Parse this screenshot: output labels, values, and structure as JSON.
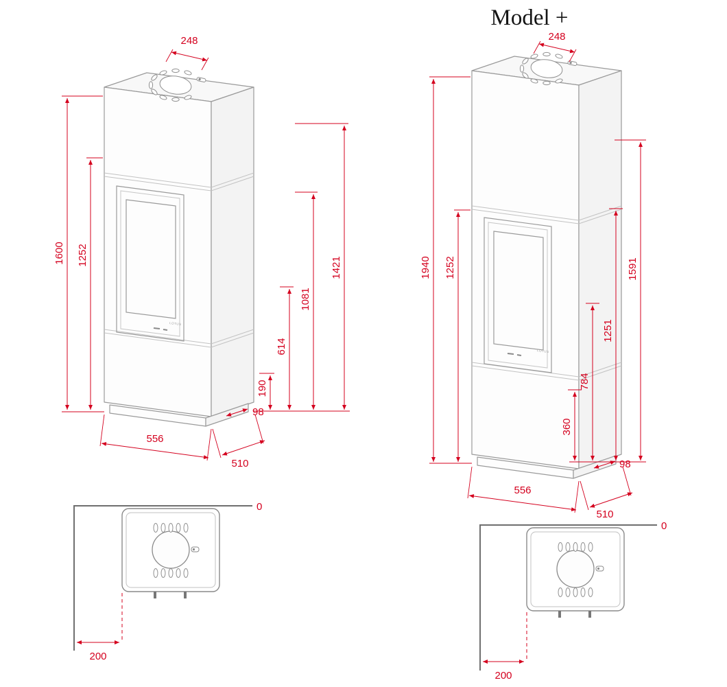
{
  "title": "Model +",
  "brand": "LOTUS",
  "colors": {
    "dimension_red": "#d4001e",
    "stove_outline": "#9a9a9a",
    "wall_gray": "#6e6e6e"
  },
  "standard_stove": {
    "top_depth": "248",
    "overall_height": "1600",
    "door_top_height": "1252",
    "flue_top_height": "1421",
    "rear_flue_height": "1081",
    "mid_connection_height": "614",
    "low_connection_height": "190",
    "base_inset_depth": "98",
    "width": "556",
    "depth": "510"
  },
  "model_plus_stove": {
    "top_depth": "248",
    "overall_height": "1940",
    "door_top_height": "1252",
    "flue_top_height": "1591",
    "rear_flue_height": "1251",
    "mid_connection_height": "784",
    "low_connection_height": "360",
    "base_inset_depth": "98",
    "width": "556",
    "depth": "510"
  },
  "standard_plan": {
    "corner_distance": "0",
    "wall_distance": "200"
  },
  "model_plus_plan": {
    "corner_distance": "0",
    "wall_distance": "200"
  }
}
